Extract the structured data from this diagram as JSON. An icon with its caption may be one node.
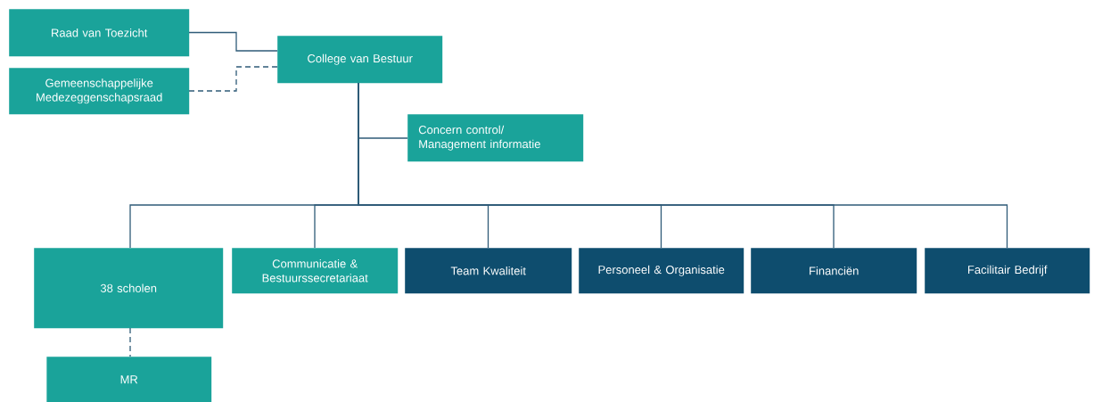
{
  "diagram": {
    "nodes": [
      {
        "text": [
          "Raad van Toezicht"
        ]
      },
      {
        "text": [
          "College van Bestuur"
        ]
      },
      {
        "text": [
          "Gemeenschappelijke Medezeggenschapsraad"
        ]
      },
      {
        "text": [
          "Concern control/ Management informatie"
        ]
      },
      {
        "text": [
          "38 scholen"
        ]
      },
      {
        "text": [
          "Communicatie & Bestuurssecretariaat"
        ]
      },
      {
        "text": [
          "Team Kwaliteit"
        ]
      },
      {
        "text": [
          "Personeel & Organisatie"
        ]
      },
      {
        "text": [
          "Financiën"
        ]
      },
      {
        "text": [
          "Facilitair Bedrijf"
        ]
      },
      {
        "text": [
          "MR"
        ]
      }
    ],
    "edges": [
      {
        "from": 0,
        "to": 1,
        "arrow": "none"
      },
      {
        "from": 2,
        "to": 1,
        "arrow": "none",
        "style": "dashed"
      },
      {
        "from": 1,
        "to": 3,
        "arrow": "none"
      },
      {
        "from": 1,
        "to": 4,
        "arrow": "none"
      },
      {
        "from": 1,
        "to": 5,
        "arrow": "none"
      },
      {
        "from": 1,
        "to": 6,
        "arrow": "none"
      },
      {
        "from": 1,
        "to": 7,
        "arrow": "none"
      },
      {
        "from": 1,
        "to": 8,
        "arrow": "none"
      },
      {
        "from": 1,
        "to": 9,
        "arrow": "none"
      },
      {
        "from": 4,
        "to": 10,
        "arrow": "none",
        "style": "dashed"
      }
    ]
  }
}
